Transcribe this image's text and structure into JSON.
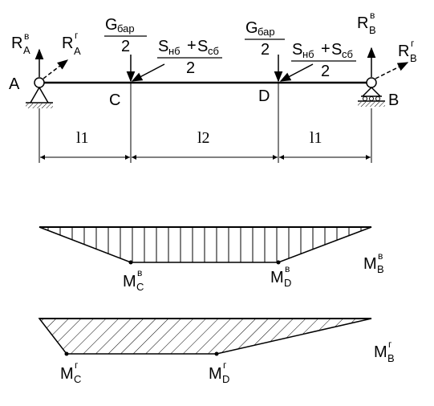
{
  "points": {
    "A": "A",
    "C": "C",
    "D": "D",
    "B": "B"
  },
  "reactions": {
    "R": "R",
    "A": "A",
    "B": "B",
    "vert_sup": "в",
    "horiz_sup": "г"
  },
  "loads": {
    "G": "G",
    "g_sub": "бар",
    "denominator": "2",
    "S": "S",
    "s1_sub": "нб",
    "plus": "+",
    "s2_sub": "сб"
  },
  "dimensions": {
    "span_1": "l1",
    "span_2": "l2",
    "span_3": "l1"
  },
  "moments": {
    "M": "M",
    "vert_sup": "в",
    "horiz_sup": "г",
    "C": "C",
    "D": "D",
    "B": "В"
  }
}
